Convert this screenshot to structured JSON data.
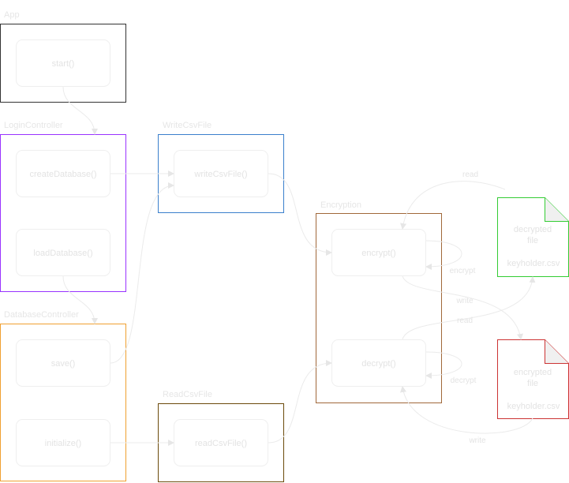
{
  "groups": {
    "app": {
      "title": "App",
      "color": "#333333"
    },
    "login": {
      "title": "LoginController",
      "color": "#9933ff"
    },
    "write": {
      "title": "WriteCsvFile",
      "color": "#3a7fcc"
    },
    "db": {
      "title": "DatabaseController",
      "color": "#f0a030"
    },
    "read": {
      "title": "ReadCsvFile",
      "color": "#6b4a0a"
    },
    "enc": {
      "title": "Encryption",
      "color": "#a0683a"
    }
  },
  "nodes": {
    "start": "start()",
    "create_db": "createDatabase()",
    "load_db": "loadDatabase()",
    "write_csv": "writeCsvFile()",
    "save": "save()",
    "initialize": "initialize()",
    "read_csv": "readCsvFile()",
    "encrypt": "encrypt()",
    "decrypt": "decrypt()"
  },
  "files": {
    "decrypted": {
      "line1": "decrypted",
      "line2": "file",
      "name": "keyholder.csv",
      "color": "#33cc33"
    },
    "encrypted": {
      "line1": "encrypted",
      "line2": "file",
      "name": "keyholder.csv",
      "color": "#cc3333"
    }
  },
  "edge_labels": {
    "read_top": "read",
    "encrypt_self": "encrypt",
    "write_mid": "write",
    "read_mid": "read",
    "decrypt_self": "decrypt",
    "write_bottom": "write"
  }
}
